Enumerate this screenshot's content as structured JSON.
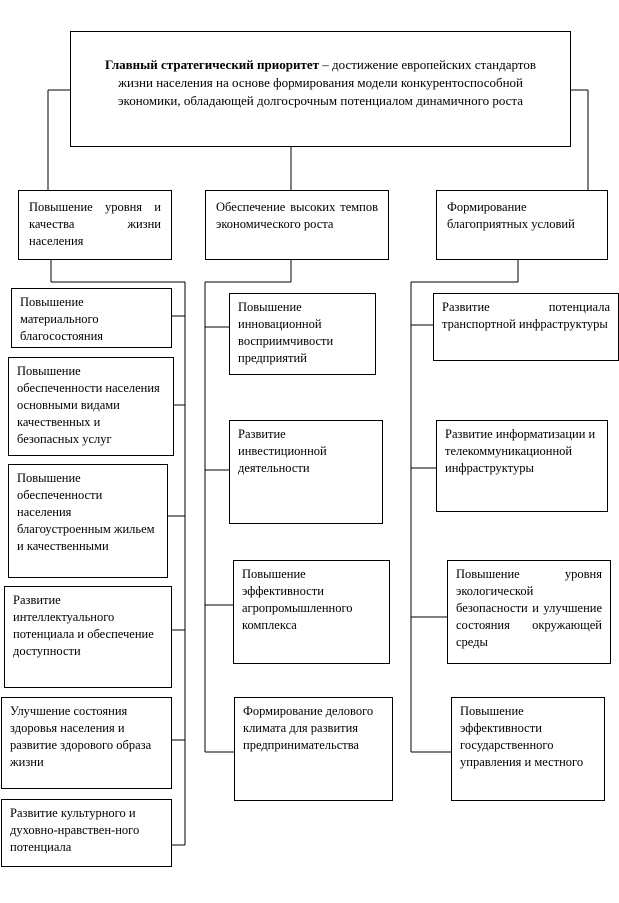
{
  "top": {
    "bold": "Главный стратегический приоритет",
    "rest": " – достижение европейских стандартов жизни населения на основе формирования модели конкурентоспособной экономики, обладающей долгосрочным потенциалом динамичного роста"
  },
  "columns": [
    {
      "header": "Повышение уровня и качества жизни населения",
      "items": [
        "Повышение материального благосостояния",
        "Повышение обеспеченности населения основными видами качественных и безопасных услуг",
        "Повышение обеспеченности населения благоустроенным жильем и качественными",
        "Развитие интеллектуального потенциала и обеспечение доступности",
        "Улучшение состояния здоровья населения и развитие здорового образа жизни",
        "Развитие культурного и духовно-нравствен-ного потенциала"
      ]
    },
    {
      "header": "Обеспечение высоких темпов экономического роста",
      "items": [
        "Повышение инновационной восприимчивости предприятий",
        "Развитие инвестиционной деятельности",
        "Повышение эффективности агропромышленного комплекса",
        "Формирование делового климата для развития предпринимательства"
      ]
    },
    {
      "header": "Формирование благоприятных условий",
      "items": [
        "Развитие потенциала транспортной инфраструктуры",
        "Развитие информатизации и телекоммуникационной инфраструктуры",
        "Повышение уровня экологической безопасности и улучшение состояния окружающей среды",
        "Повышение эффективности государственного управления и местного"
      ]
    }
  ]
}
